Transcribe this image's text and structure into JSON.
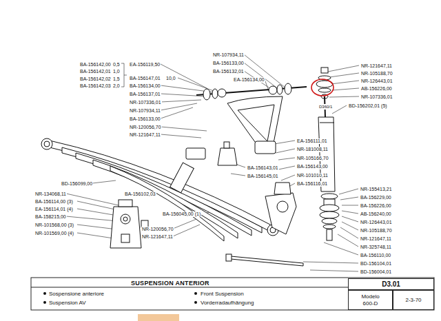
{
  "diagram": {
    "title": "SUSPENSION ANTERIOR",
    "nodes": [
      {
        "text": [
          "D3.01"
        ]
      },
      {
        "text": [
          "Modelo 600-D"
        ]
      },
      {
        "text": [
          "2-3-70"
        ]
      }
    ],
    "labels": [
      "BA-156142,00",
      "0,5",
      "BA-156142,01",
      "1,0",
      "BA-156142,02",
      "1,5",
      "BA-156142,03",
      "2,0",
      "EA-156119,50",
      "BA-156147,01",
      "10,0",
      "BA-156134,00",
      "BA-156137,01",
      "NR-107336,01",
      "NR-107934,11",
      "BA-156133,00",
      "NR-120056,70",
      "NR-121647,11",
      "NR-107934,11",
      "BA-156133,00",
      "BA-156132,01",
      "EA-156134,00",
      "NR-121647,11",
      "NR-105188,70",
      "NR-126443,01",
      "AB-156226,00",
      "NR-107336,01",
      "D360/1",
      "BD-156202,01 (5)",
      "EA-156111,01",
      "NR-181008,11",
      "NR-105166,70",
      "BA-156143,00",
      "NR-101010,11",
      "BA-156116,01",
      "BA-156143,01",
      "BA-156145,01",
      "NR-155413,21",
      "BA-156229,00",
      "BA-156226,00",
      "AB-156240,00",
      "NR-126443,01",
      "NR-105188,70",
      "NR-121647,11",
      "NR-325748,11",
      "BA-156110,00",
      "BD-156104,01",
      "BD-156004,01",
      "BD-156099,00",
      "NR-134068,11",
      "BA-156114,00 (3)",
      "EA-156114,01 (4)",
      "BA-158215,00",
      "NR-101568,00 (3)",
      "NR-101569,00 (4)",
      "BA-156102,03",
      "BA-156045,00 (1)",
      "NR-120056,70",
      "NR-121647,11",
      "Sospensione anteriore",
      "Suspension AV",
      "Front Suspension",
      "Vorderradaufhängung"
    ]
  }
}
